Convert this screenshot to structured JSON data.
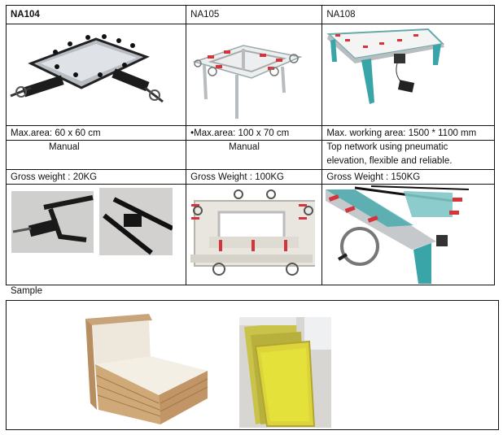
{
  "table": {
    "headers": [
      "NA104",
      "NA105",
      "NA108"
    ],
    "max_area": [
      "Max.area: 60 x 60 cm",
      "•Max.area: 100 x 70 cm",
      "Max. working area: 1500 * 1100 mm"
    ],
    "operation": [
      "Manual",
      "Manual",
      "Top network using pneumatic elevation, flexible and reliable."
    ],
    "operation_lines_na108": [
      "Top network using pneumatic",
      "elevation, flexible and reliable."
    ],
    "gross_weight": [
      "Gross weight : 20KG",
      "Gross Weight : 100KG",
      "Gross Weight : 150KG"
    ],
    "images": {
      "na104_main": "manual-screen-stretcher-image",
      "na105_main": "mechanical-stretcher-with-legs-image",
      "na108_main": "pneumatic-stretcher-with-foot-pedal-image",
      "na104_photos": [
        "stretcher-clamp-photo-1",
        "stretcher-clamp-photo-2"
      ],
      "na105_detail": "stretcher-frame-detail-image",
      "na108_detail": "pneumatic-clamp-detail-image"
    }
  },
  "sample": {
    "label": "Sample",
    "images": [
      "wooden-screen-frames-stack-image",
      "yellow-mesh-aluminum-frames-image"
    ]
  },
  "colors": {
    "border": "#111111",
    "machine_teal": "#3aa5a8",
    "clamp_red": "#d6333a",
    "frame_grey": "#c9ccd0",
    "mesh_yellow": "#e4e23a",
    "wood": "#c8a47a"
  }
}
